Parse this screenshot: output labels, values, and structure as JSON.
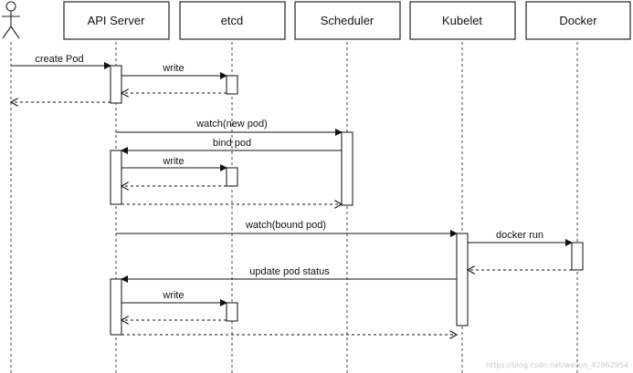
{
  "participants": [
    {
      "id": "actor",
      "label": ""
    },
    {
      "id": "api",
      "label": "API Server"
    },
    {
      "id": "etcd",
      "label": "etcd"
    },
    {
      "id": "scheduler",
      "label": "Scheduler"
    },
    {
      "id": "kubelet",
      "label": "Kubelet"
    },
    {
      "id": "docker",
      "label": "Docker"
    }
  ],
  "messages": [
    {
      "label": "create Pod"
    },
    {
      "label": "write"
    },
    {
      "label": "watch(new pod)"
    },
    {
      "label": "bind pod"
    },
    {
      "label": "write"
    },
    {
      "label": "watch(bound pod)"
    },
    {
      "label": "docker run"
    },
    {
      "label": "update pod status"
    },
    {
      "label": "write"
    }
  ],
  "watermark": "https://blog.csdn.net/weixin_42862954"
}
